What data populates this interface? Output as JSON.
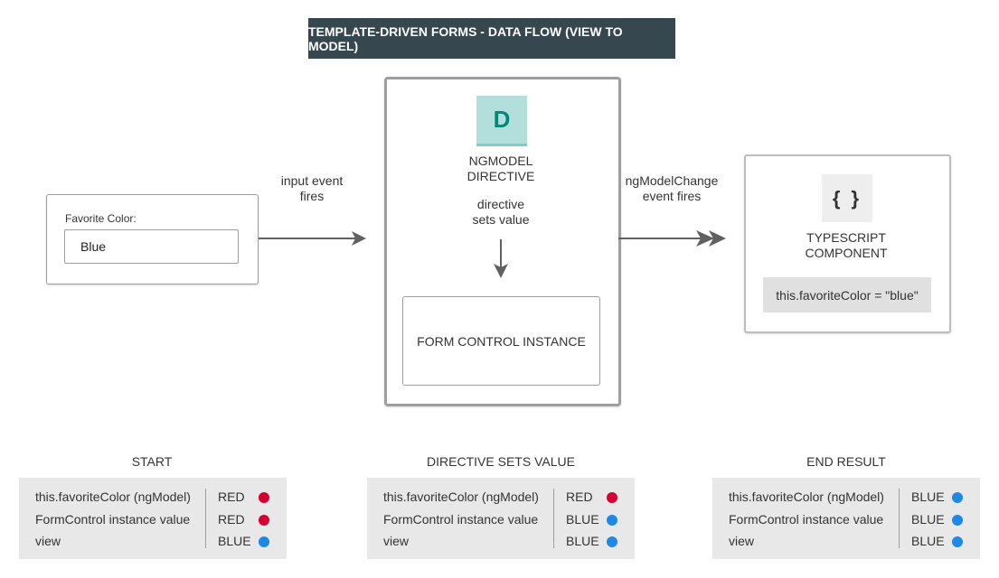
{
  "title": "TEMPLATE-DRIVEN FORMS - DATA FLOW (VIEW TO MODEL)",
  "input_card": {
    "label": "Favorite Color:",
    "value": "Blue"
  },
  "arrow1_label": [
    "input event",
    "fires"
  ],
  "directive": {
    "icon_letter": "D",
    "name_lines": [
      "NGMODEL",
      "DIRECTIVE"
    ],
    "action_lines": [
      "directive",
      "sets value"
    ],
    "form_control": "FORM CONTROL INSTANCE"
  },
  "arrow2_label": [
    "ngModelChange",
    "event fires"
  ],
  "component": {
    "icon": "{ }",
    "name_lines": [
      "TYPESCRIPT",
      "COMPONENT"
    ],
    "code": "this.favoriteColor = \"blue\""
  },
  "colors": {
    "red": "#d50032",
    "blue": "#1e88e5",
    "title_bg": "#37474f"
  },
  "states": [
    {
      "title": "START",
      "rows": [
        {
          "label": "this.favoriteColor (ngModel)",
          "value": "RED",
          "color": "red"
        },
        {
          "label": "FormControl instance value",
          "value": "RED",
          "color": "red"
        },
        {
          "label": "view",
          "value": "BLUE",
          "color": "blue"
        }
      ]
    },
    {
      "title": "DIRECTIVE SETS VALUE",
      "rows": [
        {
          "label": "this.favoriteColor (ngModel)",
          "value": "RED",
          "color": "red"
        },
        {
          "label": "FormControl instance value",
          "value": "BLUE",
          "color": "blue"
        },
        {
          "label": "view",
          "value": "BLUE",
          "color": "blue"
        }
      ]
    },
    {
      "title": "END RESULT",
      "rows": [
        {
          "label": "this.favoriteColor (ngModel)",
          "value": "BLUE",
          "color": "blue"
        },
        {
          "label": "FormControl instance value",
          "value": "BLUE",
          "color": "blue"
        },
        {
          "label": "view",
          "value": "BLUE",
          "color": "blue"
        }
      ]
    }
  ]
}
